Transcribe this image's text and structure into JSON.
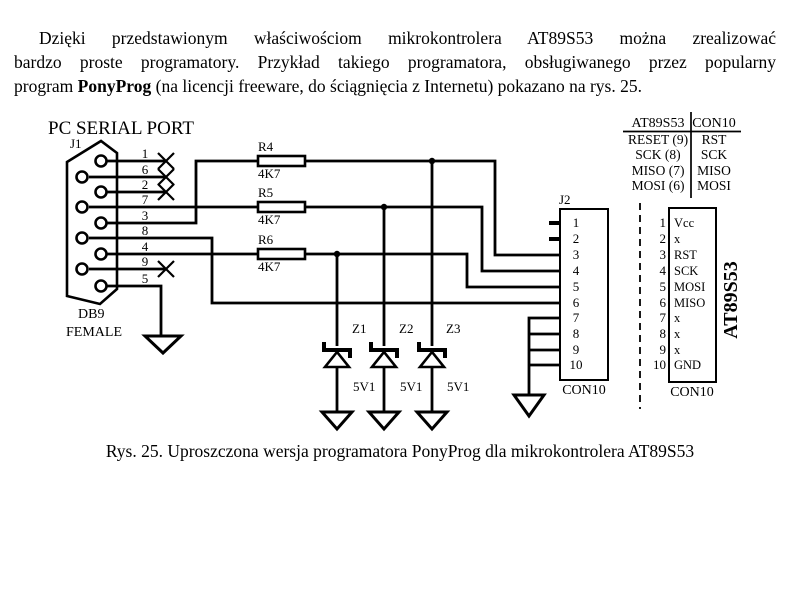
{
  "paragraph": {
    "line1": "Dzięki przedstawionym właściwościom mikrokontrolera AT89S53 można zrealizować",
    "line2": "bardzo proste programatory. Przykład takiego programatora, obsługiwanego przez popularny",
    "line3_pre": "program ",
    "line3_bold": "PonyProg",
    "line3_post": " (na licencji freeware, do ściągnięcia z Internetu) pokazano na rys. 25."
  },
  "caption": "Rys. 25. Uproszczona wersja programatora PonyProg dla mikrokontrolera AT89S53",
  "schematic": {
    "title": "PC SERIAL PORT",
    "j1": {
      "ref": "J1",
      "type": "DB9",
      "gender": "FEMALE",
      "pin_labels": [
        "1",
        "6",
        "2",
        "7",
        "3",
        "8",
        "4",
        "9",
        "5"
      ]
    },
    "resistors": [
      {
        "ref": "R4",
        "value": "4K7"
      },
      {
        "ref": "R5",
        "value": "4K7"
      },
      {
        "ref": "R6",
        "value": "4K7"
      }
    ],
    "zeners": [
      {
        "ref": "Z1",
        "value": "5V1"
      },
      {
        "ref": "Z2",
        "value": "5V1"
      },
      {
        "ref": "Z3",
        "value": "5V1"
      }
    ],
    "j2": {
      "ref": "J2",
      "type": "CON10",
      "pins": [
        "1",
        "2",
        "3",
        "4",
        "5",
        "6",
        "7",
        "8",
        "9",
        "10"
      ]
    },
    "mcu": {
      "ref": "AT89S53",
      "type": "CON10",
      "pins": [
        "1",
        "2",
        "3",
        "4",
        "5",
        "6",
        "7",
        "8",
        "9",
        "10"
      ],
      "pin_labels": [
        "Vcc",
        "x",
        "RST",
        "SCK",
        "MOSI",
        "MISO",
        "x",
        "x",
        "x",
        "GND"
      ]
    },
    "table": {
      "headers": [
        "AT89S53",
        "CON10"
      ],
      "rows": [
        [
          "RESET (9)",
          "RST"
        ],
        [
          "SCK (8)",
          "SCK"
        ],
        [
          "MISO (7)",
          "MISO"
        ],
        [
          "MOSI (6)",
          "MOSI"
        ]
      ]
    }
  }
}
